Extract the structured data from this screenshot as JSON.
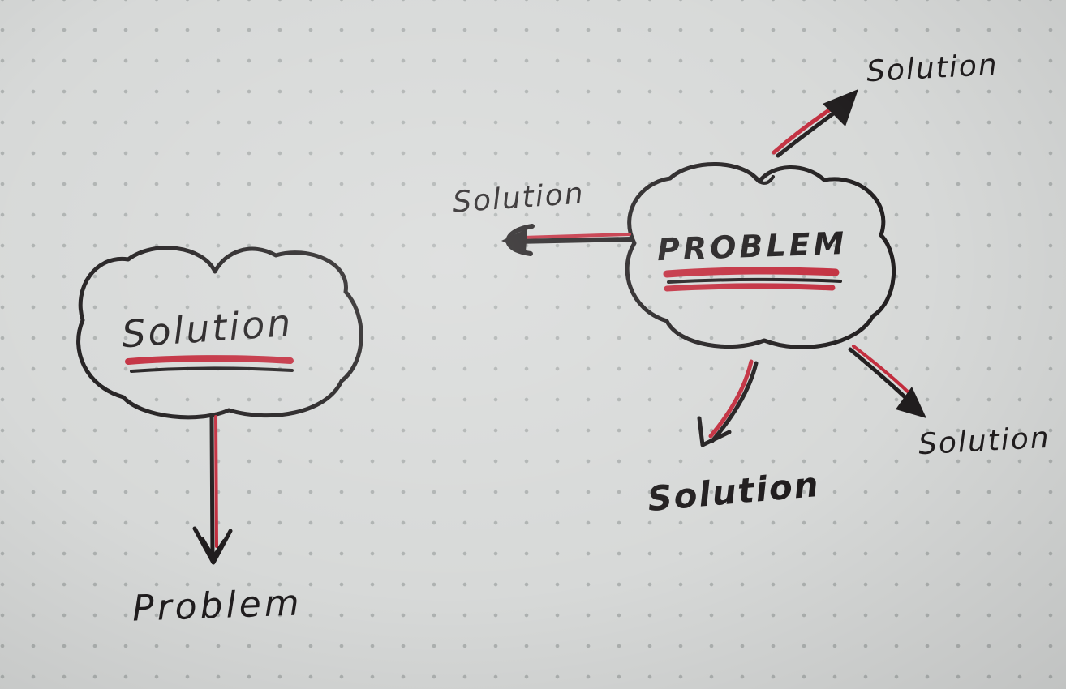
{
  "canvas": {
    "paper_color": "#d7d9d8",
    "dot_color": "#aeb2b1",
    "ink_color": "#201d1e",
    "marker_red": "#c22c3d"
  },
  "left_diagram": {
    "cloud_label": "Solution",
    "arrow_target_label": "Problem"
  },
  "right_diagram": {
    "cloud_label": "PROBLEM",
    "labels": {
      "top_right": "Solution",
      "left": "Solution",
      "bottom": "Solution",
      "bottom_right": "Solution"
    }
  }
}
